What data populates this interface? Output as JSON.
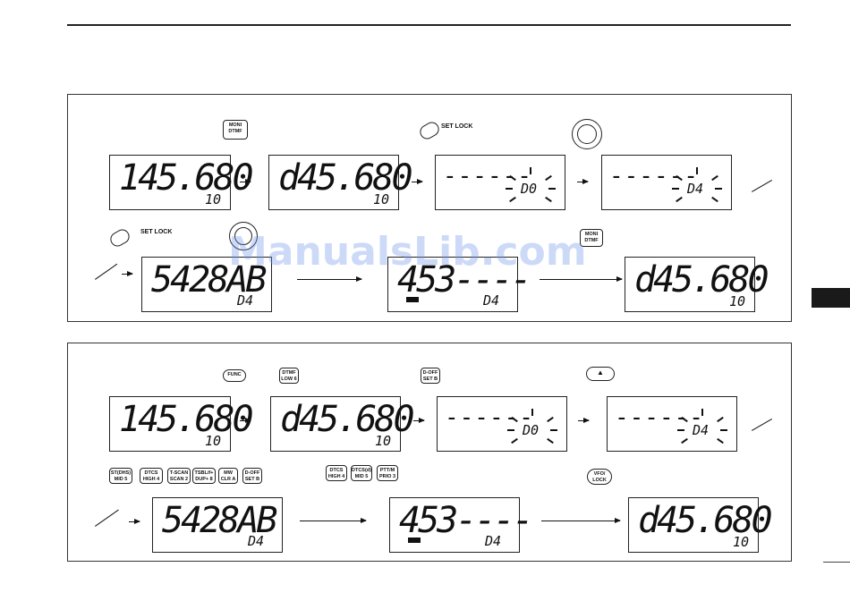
{
  "watermark": "ManualsLib.com",
  "panel_a": {
    "keys": {
      "moni_dtmf_1": "MONI DTMF",
      "set_lock_1": "SET LOCK",
      "set_lock_2": "SET LOCK",
      "moni_dtmf_2": "MONI DTMF"
    },
    "displays": {
      "d1": {
        "main": "145.680",
        "sub": "10"
      },
      "d2": {
        "main": "d45.680",
        "sub": "10"
      },
      "d3": {
        "dashes": "------",
        "blink_code": "D0"
      },
      "d4": {
        "dashes": "------",
        "blink_code": "D4"
      },
      "d5": {
        "main": "5428AB",
        "sub": "D4"
      },
      "d6": {
        "main": "453----",
        "sub": "D4"
      },
      "d7": {
        "main": "d45.680",
        "sub": "10"
      }
    }
  },
  "panel_b": {
    "keys": {
      "func": "FUNC",
      "dtmf_low6": "DTMF LOW 6",
      "doff_setb": "D-OFF SET B",
      "up": "▲",
      "k1": "ST(DHS) MID 5",
      "k2": "DTCS HIGH 4",
      "k3": "T-SCAN SCAN 2",
      "k4": "TSBL/f+ DUP+ 8",
      "k5": "MW CLR A",
      "k6": "D-OFF SET B",
      "k7": "DTCS HIGH 4",
      "k8": "DTCS(d) MID 5",
      "k9": "PTT/M PRIO 3",
      "vfo_lock": "VFO/ LOCK"
    },
    "displays": {
      "d1": {
        "main": "145.680",
        "sub": "10"
      },
      "d2": {
        "main": "d45.680",
        "sub": "10"
      },
      "d3": {
        "dashes": "------",
        "blink_code": "D0"
      },
      "d4": {
        "dashes": "------",
        "blink_code": "D4"
      },
      "d5": {
        "main": "5428AB",
        "sub": "D4"
      },
      "d6": {
        "main": "453----",
        "sub": "D4"
      },
      "d7": {
        "main": "d45.680",
        "sub": "10"
      }
    }
  }
}
